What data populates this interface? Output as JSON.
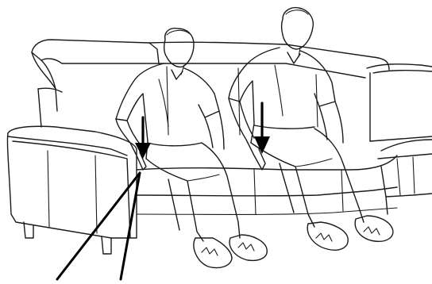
{
  "illustration": {
    "subject": "two-people-seated-on-sectional-sofa",
    "style": "black-line-drawing",
    "colors": {
      "line": "#1a1a1a",
      "arrows": "#000000",
      "background": "#ffffff"
    }
  },
  "markers": {
    "arrows": [
      {
        "name": "down-arrow-left-person",
        "direction": "down"
      },
      {
        "name": "down-arrow-right-person",
        "direction": "down"
      }
    ],
    "pointer_lines": 2
  }
}
